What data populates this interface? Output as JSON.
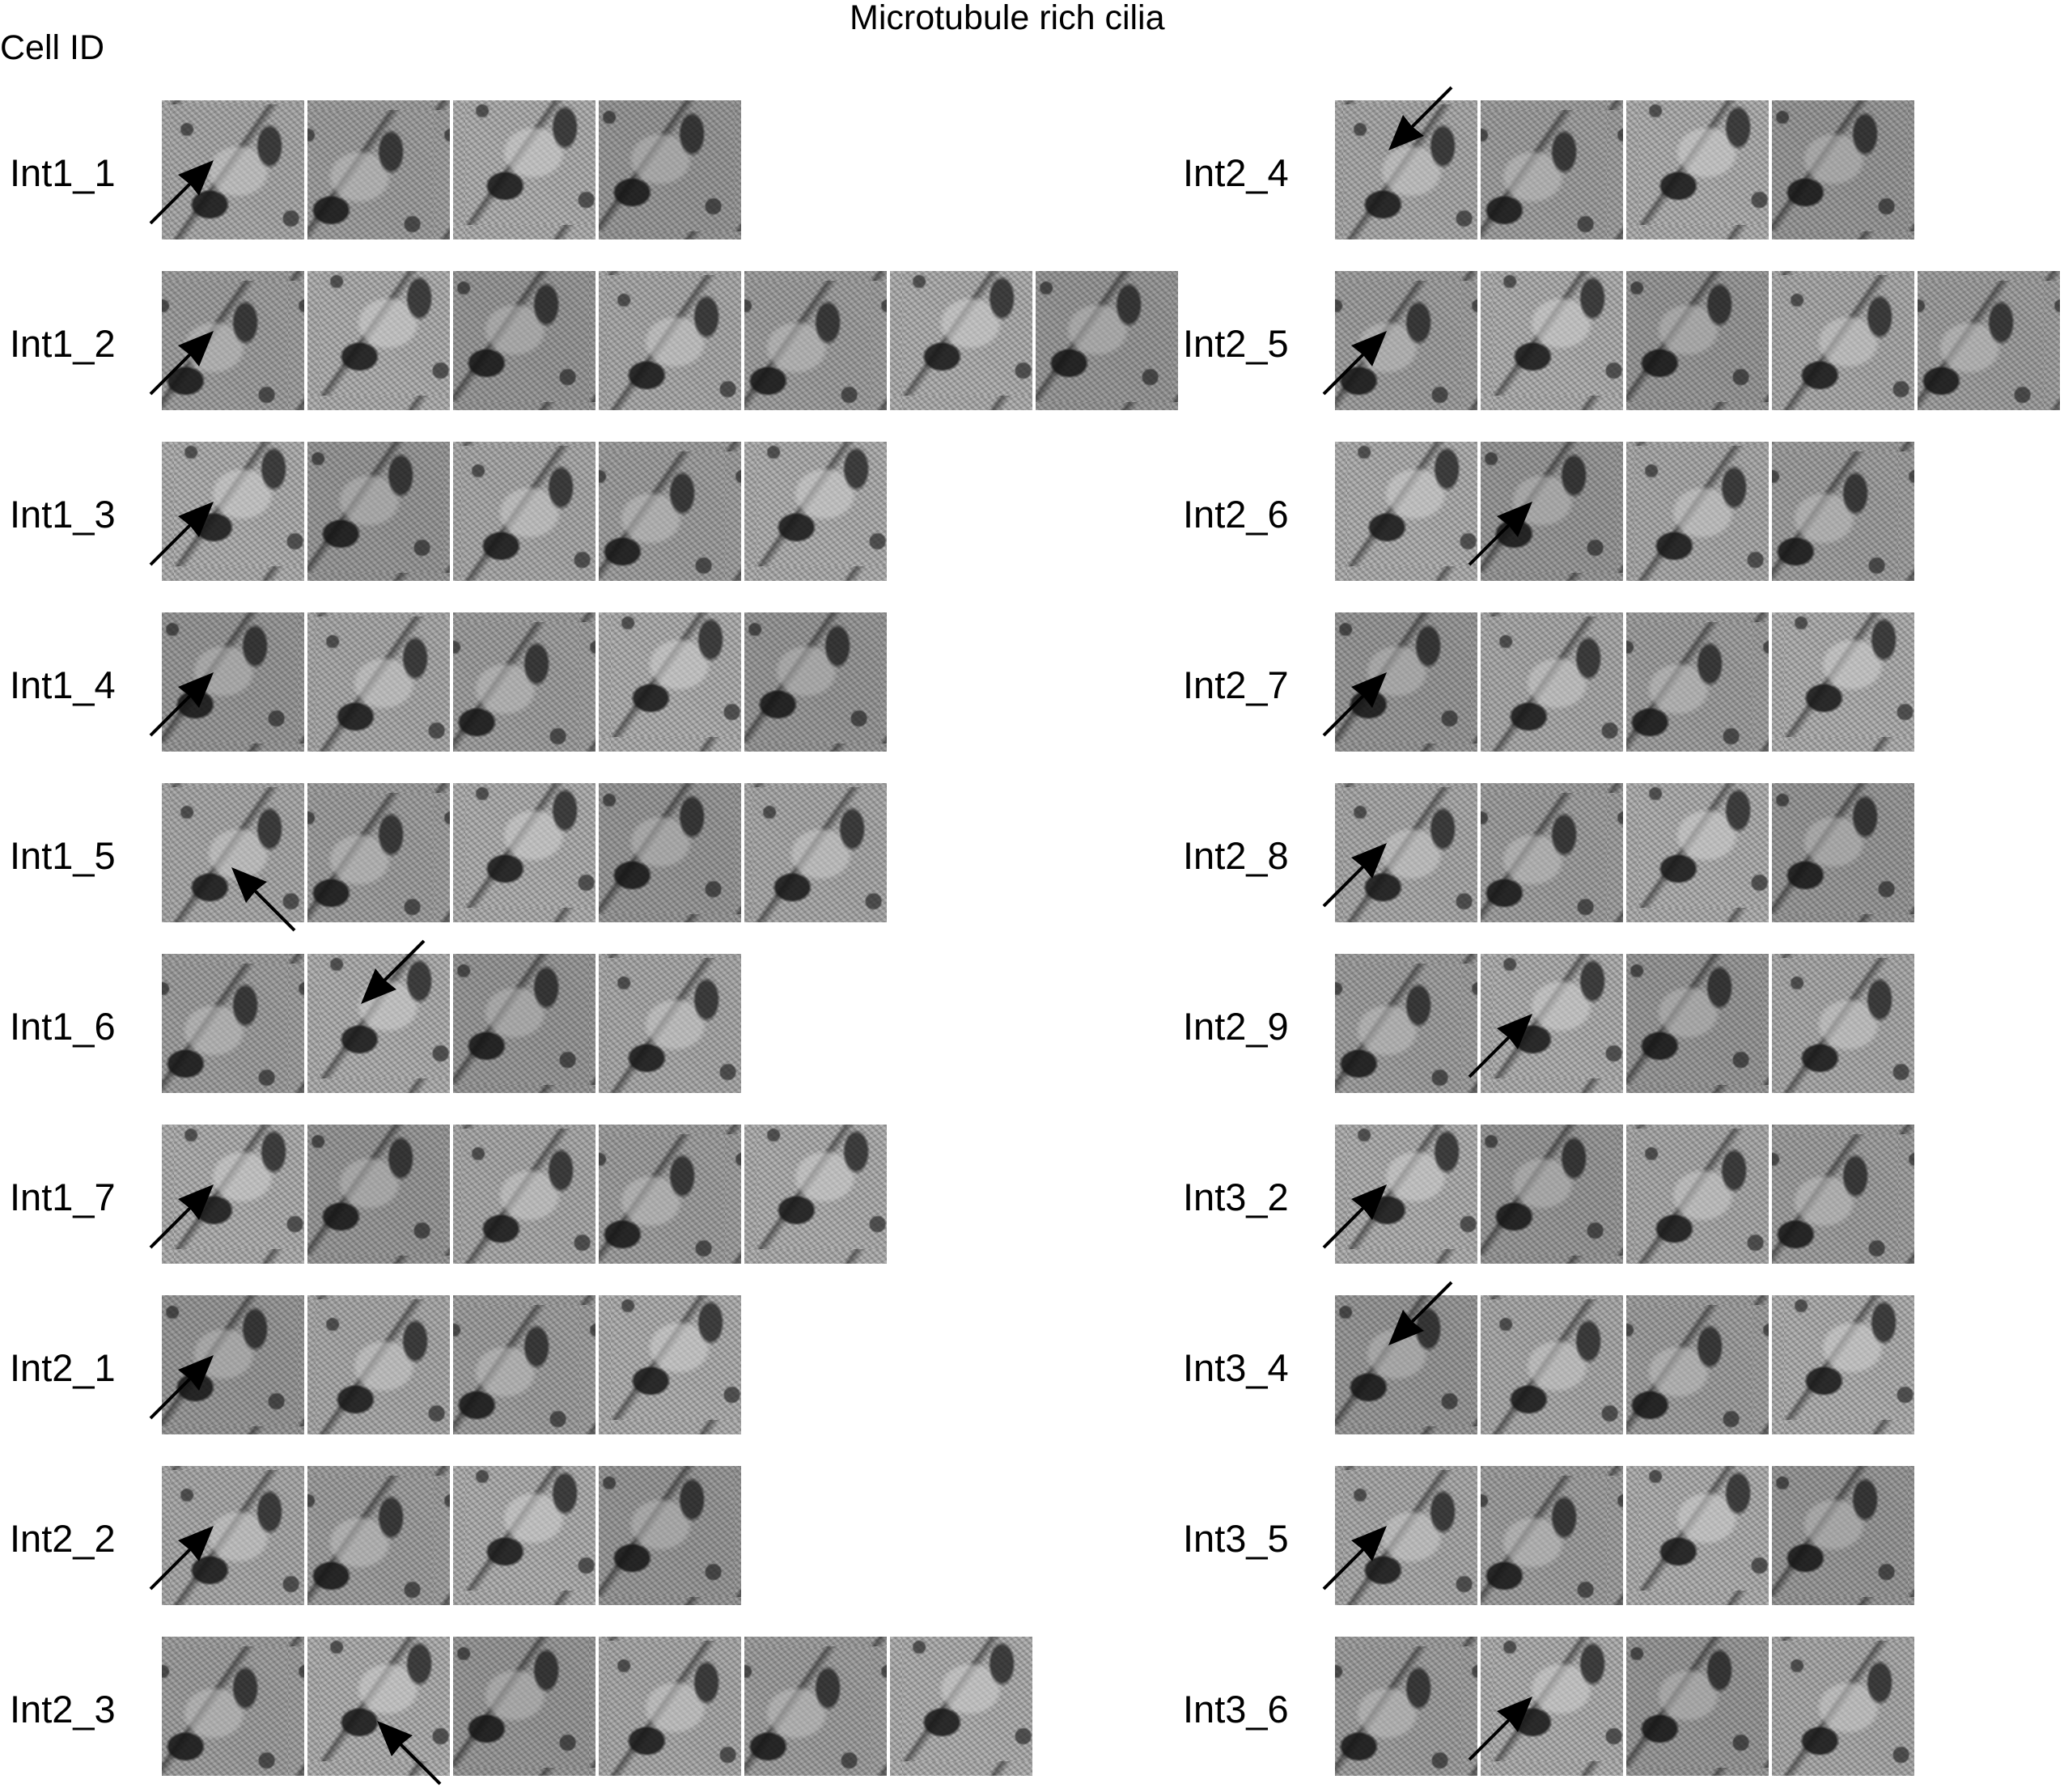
{
  "figure": {
    "title": "Microtubule rich cilia",
    "column_header": "Cell ID"
  },
  "left_rows": [
    {
      "id": "Int1_1",
      "tiles": 4,
      "arrow": {
        "tile": 0,
        "dir": "up-right"
      }
    },
    {
      "id": "Int1_2",
      "tiles": 7,
      "arrow": {
        "tile": 0,
        "dir": "up-right"
      }
    },
    {
      "id": "Int1_3",
      "tiles": 5,
      "arrow": {
        "tile": 0,
        "dir": "up-right"
      }
    },
    {
      "id": "Int1_4",
      "tiles": 5,
      "arrow": {
        "tile": 0,
        "dir": "up-right"
      }
    },
    {
      "id": "Int1_5",
      "tiles": 5,
      "arrow": {
        "tile": 0,
        "dir": "up-left"
      }
    },
    {
      "id": "Int1_6",
      "tiles": 4,
      "arrow": {
        "tile": 1,
        "dir": "down-left"
      }
    },
    {
      "id": "Int1_7",
      "tiles": 5,
      "arrow": {
        "tile": 0,
        "dir": "up-right"
      }
    },
    {
      "id": "Int2_1",
      "tiles": 4,
      "arrow": {
        "tile": 0,
        "dir": "up-right"
      }
    },
    {
      "id": "Int2_2",
      "tiles": 4,
      "arrow": {
        "tile": 0,
        "dir": "up-right"
      }
    },
    {
      "id": "Int2_3",
      "tiles": 6,
      "arrow": {
        "tile": 1,
        "dir": "up-left"
      }
    }
  ],
  "right_rows": [
    {
      "id": "Int2_4",
      "tiles": 4,
      "arrow": {
        "tile": 0,
        "dir": "down-left"
      }
    },
    {
      "id": "Int2_5",
      "tiles": 5,
      "arrow": {
        "tile": 0,
        "dir": "up-right"
      }
    },
    {
      "id": "Int2_6",
      "tiles": 4,
      "arrow": {
        "tile": 1,
        "dir": "up-right"
      }
    },
    {
      "id": "Int2_7",
      "tiles": 4,
      "arrow": {
        "tile": 0,
        "dir": "up-right"
      }
    },
    {
      "id": "Int2_8",
      "tiles": 4,
      "arrow": {
        "tile": 0,
        "dir": "up-right"
      }
    },
    {
      "id": "Int2_9",
      "tiles": 4,
      "arrow": {
        "tile": 1,
        "dir": "up-right"
      }
    },
    {
      "id": "Int3_2",
      "tiles": 4,
      "arrow": {
        "tile": 0,
        "dir": "up-right"
      }
    },
    {
      "id": "Int3_4",
      "tiles": 4,
      "arrow": {
        "tile": 0,
        "dir": "down-left"
      }
    },
    {
      "id": "Int3_5",
      "tiles": 4,
      "arrow": {
        "tile": 0,
        "dir": "up-right"
      }
    },
    {
      "id": "Int3_6",
      "tiles": 4,
      "arrow": {
        "tile": 1,
        "dir": "up-right"
      }
    }
  ],
  "colors": {
    "arrow": "#000000",
    "background": "#ffffff",
    "tile_base": "#9a9a9a"
  }
}
